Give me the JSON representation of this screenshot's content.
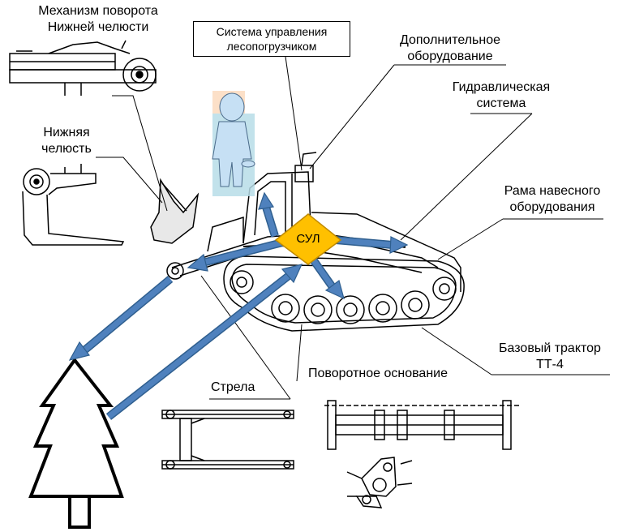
{
  "labels": {
    "lower_jaw_rotation": [
      "Механизм поворота",
      "Нижней челюсти"
    ],
    "control_system": [
      "Система управления",
      "лесопогрузчиком"
    ],
    "additional_equipment": [
      "Дополнительное",
      "оборудование"
    ],
    "hydraulic_system": [
      "Гидравлическая",
      "система"
    ],
    "lower_jaw": [
      "Нижняя",
      "челюсть"
    ],
    "mount_frame": [
      "Рама навесного",
      "оборудования"
    ],
    "base_tractor": [
      "Базовый трактор",
      "ТТ-4"
    ],
    "boom": "Стрела",
    "rotary_base": "Поворотное основание",
    "sul": "СУЛ"
  },
  "colors": {
    "arrow_fill": "#4f81bd",
    "arrow_stroke": "#2f5f8f",
    "diamond_fill": "#ffc000",
    "operator_body": "#b7dde8",
    "operator_head": "#fbd5b5",
    "line": "#000000"
  },
  "icons": [
    "operator-figure-icon",
    "fir-tree-icon",
    "tractor-drawing",
    "lower-jaw-drawing",
    "jaw-rotation-mechanism-drawing",
    "boom-drawing",
    "rotary-base-drawing"
  ]
}
